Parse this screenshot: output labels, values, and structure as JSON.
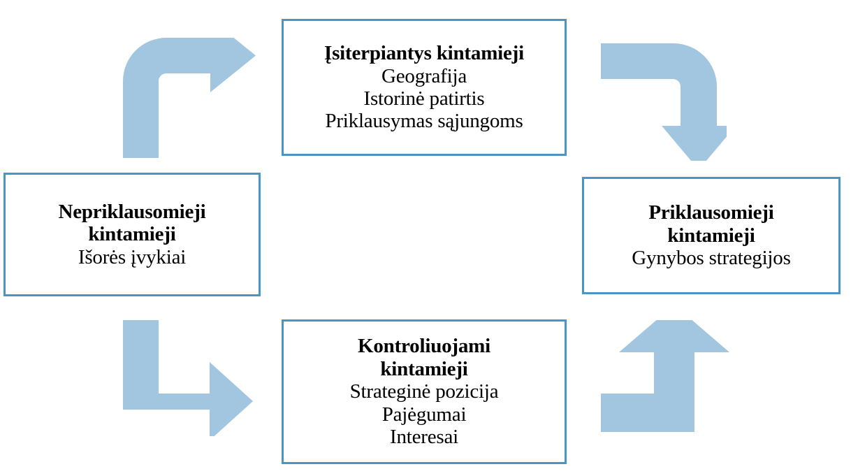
{
  "diagram": {
    "type": "cycle-flow",
    "theme": {
      "box_border_color": "#4a95c4",
      "box_fill_color": "#ffffff",
      "arrow_color": "#a3c6e0",
      "text_color": "#000000"
    },
    "nodes": [
      {
        "id": "intervening",
        "position": "top",
        "title": "Įsiterpiantys kintamieji",
        "items": [
          "Geografija",
          "Istorinė patirtis",
          "Priklausymas sąjungoms"
        ]
      },
      {
        "id": "independent",
        "position": "left",
        "title_line1": "Nepriklausomieji",
        "title_line2": "kintamieji",
        "items": [
          "Išorės įvykiai"
        ]
      },
      {
        "id": "dependent",
        "position": "right",
        "title_line1": "Priklausomieji",
        "title_line2": "kintamieji",
        "items": [
          "Gynybos strategijos"
        ]
      },
      {
        "id": "controlled",
        "position": "bottom",
        "title_line1": "Kontroliuojami",
        "title_line2": "kintamieji",
        "items": [
          "Strateginė pozicija",
          "Pajėgumai",
          "Interesai"
        ]
      }
    ],
    "connectors": [
      {
        "id": "top-left",
        "shape": "elbow-up-then-right",
        "direction": "right",
        "from": "independent",
        "to": "intervening"
      },
      {
        "id": "top-right",
        "shape": "elbow-right-then-down",
        "direction": "down",
        "from": "intervening",
        "to": "dependent"
      },
      {
        "id": "bottom-left",
        "shape": "elbow-down-then-right",
        "direction": "right",
        "from": "independent",
        "to": "controlled"
      },
      {
        "id": "bottom-right",
        "shape": "elbow-right-then-up",
        "direction": "up",
        "from": "controlled",
        "to": "dependent"
      }
    ]
  }
}
